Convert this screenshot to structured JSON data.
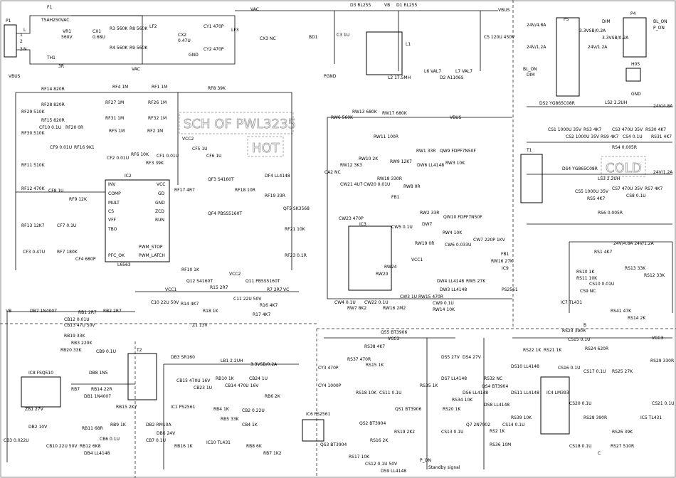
{
  "title_box": "SCH OF PWL3235",
  "hot_label": "HOT",
  "cold_label": "COLD",
  "labels": {
    "p1": "P1",
    "p1_l": "L",
    "p1_n": "N",
    "p1_1": "1",
    "p1_2": "2",
    "p1_3": "3",
    "f1": "F1",
    "f1_v": "T5AH250VAC",
    "vr1": "VR1",
    "vr1_v": "560V",
    "th1": "TH1",
    "th1_v": "3R",
    "cx1": "CX1",
    "cx1_v": "0.68U",
    "r3": "R3 560K",
    "r8": "R8 560K",
    "r4": "R4 560K",
    "r9": "R9 560K",
    "lf2": "LF2",
    "cx2": "CX2",
    "cx2_v": "0.47U",
    "cy1": "CY1 470P",
    "cy2": "CY2 470P",
    "gnd1": "GND",
    "lf3": "LF3",
    "cx3": "CX3 NC",
    "bd1": "BD1",
    "vac1": "VAC",
    "c3": "C3 1U",
    "d3": "D3 RL255",
    "d1": "D1 RL255",
    "vb1": "VB",
    "vbus1": "VBUS",
    "l1": "L1",
    "l2": "L2 17.5MH",
    "l6": "L6 VAL7",
    "d2": "D2 A1106S",
    "l7": "L7 VAL7",
    "c5": "C5 120U 450V",
    "pgnd": "PGND",
    "vbus2": "VBUS",
    "rf14": "RF14 820R",
    "rf28": "RF28 820R",
    "rf15": "RF15 820R",
    "rf29": "RF29 510K",
    "rf30": "RF30 510K",
    "rf11": "RF11 510K",
    "rf12": "RF12 470K",
    "rf13": "RF13 12K7",
    "cf10": "CF10 0.1U",
    "rf20": "RF20 0R",
    "cf9": "CF9 0.01U",
    "rf16": "RF16 9K1",
    "vac2": "VAC",
    "rf4": "RF4 1M",
    "rf27": "RF27 1M",
    "rf31": "RF31 1M",
    "rf5": "RF5 1M",
    "rf1": "RF1 1M",
    "rf26": "RF26 1M",
    "rf32": "RF32 1M",
    "rf2": "RF2 1M",
    "cf2": "CF2 0.01U",
    "rf6": "RF6 10K",
    "rf3": "RF3 39K",
    "cf1": "CF1 0.01U",
    "rf8": "RF8 39K",
    "ic2": "IC2",
    "ic2_part": "L6563",
    "ic2_inv": "INV",
    "ic2_comp": "COMP",
    "ic2_mult": "MULT",
    "ic2_cs": "CS",
    "ic2_vff": "VFF",
    "ic2_tbo": "TBO",
    "ic2_pfcok": "PFC_OK",
    "ic2_vcc": "VCC",
    "ic2_gd": "GD",
    "ic2_gnd": "GND",
    "ic2_zcd": "ZCD",
    "ic2_run": "RUN",
    "ic2_pwmstop": "PWM_STOP",
    "ic2_pwmlatch": "PWM_LATCH",
    "cf8": "CF8 1U",
    "rf9": "RF9 12K",
    "cf7": "CF7 0.1U",
    "cf3": "CF3 0.47U",
    "rf7": "RF7 180K",
    "cf4": "CF4 680P",
    "vcc2": "VCC2",
    "cf5": "CF5 1U",
    "cf6": "CF6 1U",
    "rf17": "RF17 4R7",
    "qf3": "QF3 S4160T",
    "qf4": "QF4 PBSS5160T",
    "rf18": "RF18 10R",
    "df4": "DF4 LL4148",
    "rf19": "RF19 33R",
    "qf5": "QF5 SK3568",
    "rf21": "RF21 10K",
    "rf23": "RF23 0.1R",
    "rf10": "RF10 1K",
    "rw6": "RW6 560K",
    "rw13": "RW13 680K",
    "rw17": "RW17 680K",
    "vbus3": "VBUS",
    "rw11": "RW11 100R",
    "rw12": "RW12 3K3",
    "rw10": "RW10 2K",
    "rw9": "RW9 12K7",
    "rw1": "RW1 33R",
    "dw6": "DW6 LL4148",
    "qw9": "QW9 FDPF7N50F",
    "cw21": "CW21 4U7",
    "cw20": "CW20 0.01U",
    "rw18": "RW18 330R",
    "rw8": "RW8 0R",
    "ca2": "CA2 NC",
    "cw23": "CW23 470P",
    "ic3": "IC3",
    "cw5": "CW5 0.1U",
    "rw2": "RW2 33R",
    "dw7": "DW7",
    "qw10": "QW10 FDPF7N50F",
    "rw3": "RW3 10K",
    "rw4": "RW4 10K",
    "rw19": "RW19 0R",
    "cw6": "CW6 0.033U",
    "cw7": "CW7 220P 1KV",
    "t1": "T1",
    "vcc1a": "VCC1",
    "rw24": "RW24",
    "rw5": "RW5 27K",
    "dw4": "DW4 LL4148",
    "dw3": "DW3 LL4148",
    "cw4": "CW4 0.1U",
    "rw7": "RW7 8K2",
    "cw22": "CW22 0.1U",
    "rw16": "RW16 2M2",
    "cw3": "CW3 1U",
    "rw15": "RW15 470R",
    "cw9": "CW9 0.1U",
    "rw14": "RW14 10K",
    "rw20": "RW20",
    "fb1": "FB1",
    "fb1b": "FB1",
    "rw16b": "RW16 27K",
    "ic9": "IC9",
    "ic9_part": "PS2561",
    "p5": "P5",
    "p5_24v48": "24V/4.8A",
    "p5_33": "3.3VSB/0.2A",
    "p5_24v12": "24V/1.2A",
    "p5_blon": "BL_ON",
    "p5_dim": "DIM",
    "p4": "P4",
    "p4_dim": "DIM",
    "p4_blon": "BL_ON",
    "p4_pon": "P_ON",
    "p4_33": "3.3VSB/0.2A",
    "p4_24v12": "24V/1.2A",
    "h05": "H05",
    "gnd_p": "GND",
    "ds2": "DS2 YG865C08R",
    "ls2": "LS2 2.2UH",
    "out1": "24V/4.8A",
    "cs1": "CS1 1000U 35V",
    "cs2": "CS2 1000U 35V",
    "rs3": "RS3 4K7",
    "rs9": "RS9 4K7",
    "cs3": "CS3 470U 35V",
    "cs4": "CS4 0.1U",
    "rs30": "RS30 4K7",
    "rs31": "RS31 4K7",
    "rs4": "RS4 0.005R",
    "ds4": "DS4 YG865C08R",
    "ls3": "LS3 2.2UH",
    "out2": "24V/1.2A",
    "cs5": "CS5 1000U 35V",
    "rs5": "RS5 4K7",
    "cs7": "CS7 470U 35V",
    "cs8": "CS8 0.1U",
    "rs7": "RS7 4K7",
    "rs6": "RS6 0.005R",
    "rs1": "RS1 4K7",
    "out3": "24V/4.8A 24V/1.2A",
    "rs10": "RS10 1K",
    "rs11": "RS11 10K",
    "rs13": "RS13 33K",
    "rs12": "RS12 33K",
    "cs10": "CS10 0.01U",
    "cs9": "CS9 NC",
    "ic7": "IC7 TL431",
    "rs41": "RS41 47K",
    "rs14": "RS14 2K",
    "vcc1b": "VCC1",
    "vcc2b": "VCC2",
    "q12": "Q12 S4160T",
    "q11": "Q11 PBSS5160T",
    "r15": "R15 2R7",
    "r7": "R7 2R7",
    "r14": "R14 4K7",
    "r16": "R16 4K7",
    "r18": "R18 1K",
    "c10": "C10 22U 50V",
    "c11": "C11 22U 50V",
    "z1": "Z1 13V",
    "r17": "R17 4K7",
    "vc": "VC",
    "vb2": "VB",
    "db7": "DB7 1N4007",
    "rb1": "RB1 2R7",
    "cb12": "CB12 0.01U",
    "cb13": "CB13 47U 50V",
    "rb2": "RB2 2R7",
    "rb19": "RB19 33K",
    "rb20": "RB20 33K",
    "rb3": "RB3 220K",
    "cb9": "CB9 0.1U",
    "ic8": "IC8 FSQ510",
    "rb7": "RB7",
    "db1": "DB1 1N4007",
    "rb14": "RB14 22R",
    "t2": "T2",
    "db8": "DB8 1N5",
    "rb15": "RB15 2K7",
    "rb9": "RB9 1K",
    "ic1": "IC1 PS2561",
    "db2": "DB2 RM10A",
    "cb6": "CB6 0.1U",
    "db4": "DB4 LL4148",
    "cb7": "CB7 0.1U",
    "db6": "DB6 24V",
    "rb16": "RB16 1K",
    "rb11": "RB11 68R",
    "rb12": "RB12 6K8",
    "cb10": "CB10 22U 50V",
    "cb3": "CB3 0.022U",
    "zb1": "ZB1 27V",
    "db3b": "DB2 10V",
    "db3": "DB3 SR160",
    "cb15": "CB15 470U 16V",
    "cb23": "CB23 1U",
    "lb1": "LB1 2.2UH",
    "out4": "3.3VSB/0.2A",
    "rb10": "RB10 1K",
    "cb14": "CB14 470U 16V",
    "cb24": "CB24 1U",
    "rb6": "RB6 2K",
    "ic10": "IC10 TL431",
    "rb4": "RB4 1K",
    "rb5": "RB5 33K",
    "cb2": "CB2 0.22U",
    "cb4": "CB4 1K",
    "rb8": "RB8 6K",
    "rb7b": "RB7 1K2",
    "q55": "Q55 BT3906",
    "rs38": "RS38 4K7",
    "rs37": "RS37 470R",
    "rs15": "RS15 1K",
    "vcc3": "VCC3",
    "cy3": "CY3 470P",
    "cy4": "CY4 1000P",
    "ic6": "IC6 PS2561",
    "rs18": "RS18 10K",
    "cs11": "CS11 0.1U",
    "qs1": "QS1 BT3906",
    "qs2": "QS2 BT3904",
    "rs19": "RS19 2K2",
    "qs3": "QS3 BT3904",
    "rs16": "RS16 2K",
    "rs17": "RS17 10K",
    "cs12": "CS12 0.1U 50V",
    "ds9": "DS9 LL4148",
    "pon": "P_ON",
    "standby": "Standby signal",
    "rs20": "RS20 1K",
    "cs13": "CS13 0.1U",
    "ds5": "DS5 27V",
    "ds4z": "DS4 27V",
    "ds7": "DS7 LL4148",
    "ds6": "DS6 LL4148",
    "rs35": "RS35 1K",
    "rs34": "RS34 10K",
    "rs32": "RS32 NC",
    "ds8": "DS8 LL4148",
    "qs4": "QS4 BT3904",
    "q7": "Q7 2N7002",
    "rs2": "RS2 1K",
    "rs36": "RS36 10M",
    "rs39": "RS39 10K",
    "cs14": "CS14 0.1U",
    "cs20": "CS20 0.1U",
    "ds10": "DS10 LL4148",
    "ds11": "DS11 LL4148",
    "rs22": "RS22 1K",
    "rs21": "RS21 1K",
    "rs23": "RS23 390R",
    "cs15": "CS15 0.1U",
    "cs16": "CS16 0.1U",
    "cs17": "CS17 0.1U",
    "ic4": "IC4 LM393",
    "rs24": "RS24 620R",
    "rs25": "RS25 27K",
    "rs28": "RS28 390R",
    "rs29": "RS29 330R",
    "rs26": "RS26 39K",
    "rs27": "RS27 510R",
    "cs18": "CS18 0.1U",
    "cs21": "CS21 0.1U",
    "ic5": "IC5 TL431",
    "vcc3b": "VCC3",
    "b": "B",
    "c": "C"
  }
}
